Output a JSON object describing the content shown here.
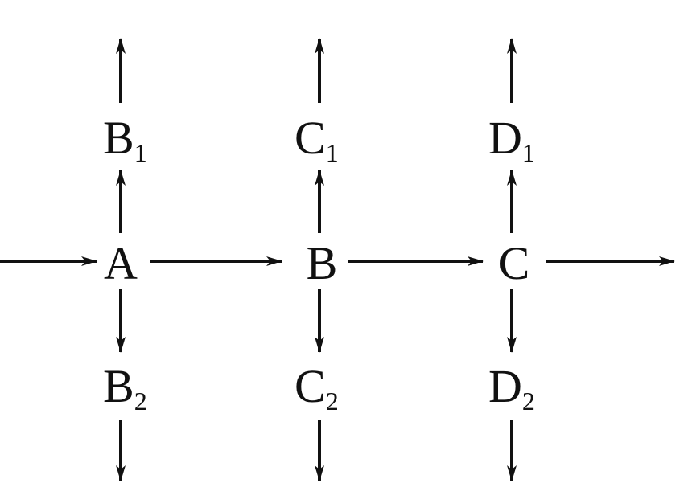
{
  "nodes": {
    "a": {
      "main": "A",
      "sub": ""
    },
    "b": {
      "main": "B",
      "sub": ""
    },
    "c": {
      "main": "C",
      "sub": ""
    },
    "b1": {
      "main": "B",
      "sub": "1"
    },
    "b2": {
      "main": "B",
      "sub": "2"
    },
    "c1": {
      "main": "C",
      "sub": "1"
    },
    "c2": {
      "main": "C",
      "sub": "2"
    },
    "d1": {
      "main": "D",
      "sub": "1"
    },
    "d2": {
      "main": "D",
      "sub": "2"
    }
  },
  "colors": {
    "ink": "#111111",
    "background": "#ffffff"
  }
}
